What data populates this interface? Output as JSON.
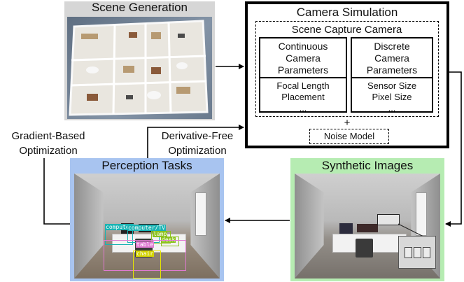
{
  "scene_generation": {
    "title": "Scene Generation"
  },
  "camera_simulation": {
    "title": "Camera Simulation",
    "scene_capture_camera": {
      "title": "Scene Capture Camera",
      "continuous": {
        "heading": [
          "Continuous",
          "Camera",
          "Parameters"
        ],
        "items": [
          "Focal Length",
          "Placement",
          "..."
        ]
      },
      "discrete": {
        "heading": [
          "Discrete",
          "Camera",
          "Parameters"
        ],
        "items": [
          "Sensor Size",
          "Pixel Size",
          "..."
        ]
      }
    },
    "plus": "+",
    "noise_model": "Noise Model"
  },
  "perception_tasks": {
    "title": "Perception Tasks",
    "detections": [
      {
        "label": "computer",
        "color": "#19b3b3"
      },
      {
        "label": "computer/TV",
        "color": "#19b3b3"
      },
      {
        "label": "lamp",
        "color": "#8cc21e"
      },
      {
        "label": "desk",
        "color": "#8cc21e"
      },
      {
        "label": "table",
        "color": "#e07ad2"
      },
      {
        "label": "chair",
        "color": "#e6e600"
      }
    ]
  },
  "synthetic_images": {
    "title": "Synthetic Images"
  },
  "labels": {
    "gradient_based": [
      "Gradient-Based",
      "Optimization"
    ],
    "derivative_free": [
      "Derivative-Free",
      "Optimization"
    ]
  },
  "colors": {
    "scene_bg": "#d6d6d6",
    "perception_bg": "#a8c4f0",
    "synthetic_bg": "#b6ecb2",
    "camera_border": "#000000"
  }
}
